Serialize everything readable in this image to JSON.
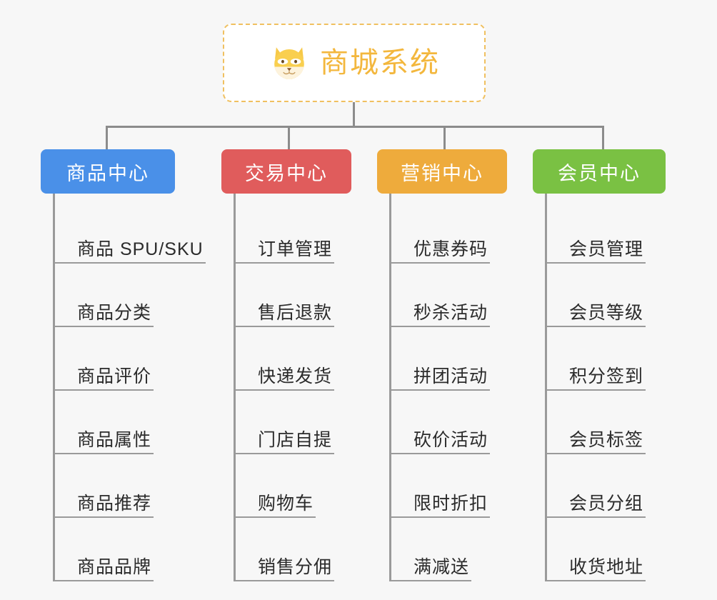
{
  "background_color": "#f7f7f7",
  "root": {
    "title": "商城系统",
    "icon": "dog-face-icon",
    "text_color": "#f3b73d",
    "border_color": "#f0c060"
  },
  "connector_color": "#8c8c8c",
  "columns": [
    {
      "header": "商品中心",
      "color": "#4a90e8",
      "items": [
        "商品 SPU/SKU",
        "商品分类",
        "商品评价",
        "商品属性",
        "商品推荐",
        "商品品牌"
      ]
    },
    {
      "header": "交易中心",
      "color": "#e05c5c",
      "items": [
        "订单管理",
        "售后退款",
        "快递发货",
        "门店自提",
        "购物车",
        "销售分佣"
      ]
    },
    {
      "header": "营销中心",
      "color": "#eeab3c",
      "items": [
        "优惠券码",
        "秒杀活动",
        "拼团活动",
        "砍价活动",
        "限时折扣",
        "满减送"
      ]
    },
    {
      "header": "会员中心",
      "color": "#7ac143",
      "items": [
        "会员管理",
        "会员等级",
        "积分签到",
        "会员标签",
        "会员分组",
        "收货地址"
      ]
    }
  ]
}
